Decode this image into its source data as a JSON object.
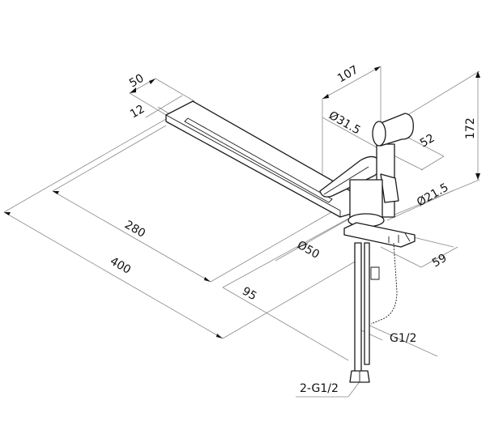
{
  "drawing": {
    "subject": "faucet-with-hand-shower",
    "dimensions": {
      "spout_width": "50",
      "slot_width": "12",
      "spout_reach_inner": "280",
      "spout_reach_total": "400",
      "base_offset": "95",
      "base_diameter": "Ø50",
      "shower_offset": "107",
      "shower_diameter": "Ø31.5",
      "shower_length": "52",
      "total_height": "172",
      "holder_diameter": "Ø21.5",
      "holder_offset": "59",
      "inlet_thread": "G1/2",
      "supply_thread": "2-G1/2"
    }
  }
}
